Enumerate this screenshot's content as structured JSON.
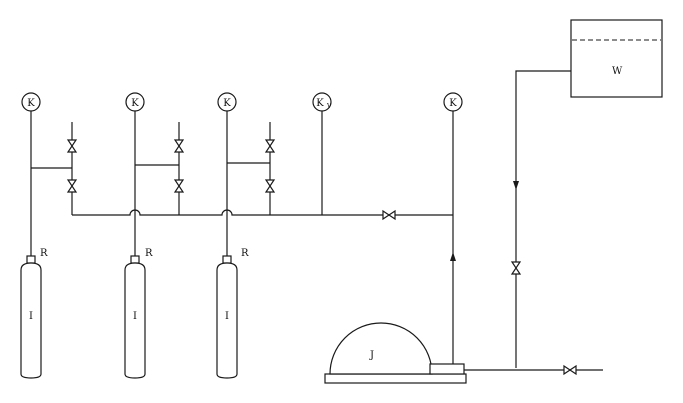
{
  "gauges": [
    {
      "id": "g1",
      "label": "K"
    },
    {
      "id": "g2",
      "label": "K"
    },
    {
      "id": "g3",
      "label": "K"
    },
    {
      "id": "g4",
      "label": "K",
      "sub": "V"
    },
    {
      "id": "g5",
      "label": "K"
    }
  ],
  "cylinders": [
    {
      "label": "I",
      "regulator": "R"
    },
    {
      "label": "I",
      "regulator": "R"
    },
    {
      "label": "I",
      "regulator": "R"
    }
  ],
  "tank": {
    "label": "W"
  },
  "dome": {
    "label": "J"
  },
  "colors": {
    "line": "#1a1a1a",
    "background": "#ffffff"
  }
}
